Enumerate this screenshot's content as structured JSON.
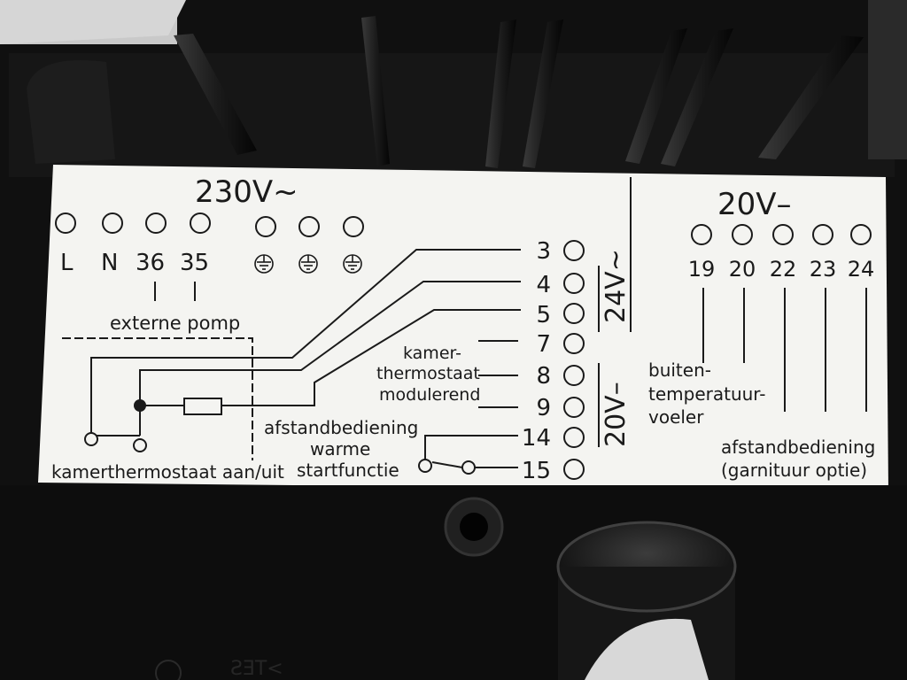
{
  "colors": {
    "panel": "#f4f4f1",
    "ink": "#1a1a1a",
    "housing": "#0d0d0d"
  },
  "header": {
    "voltage_230": "230V~",
    "voltage_20": "20V–"
  },
  "left_block": {
    "terminals": [
      "L",
      "N",
      "36",
      "35"
    ],
    "ground_symbol": "earth-ground-icon",
    "externe_pomp": "externe pomp",
    "kamerthermostaat": "kamerthermostaat aan/uit"
  },
  "center_block": {
    "numbers": [
      "3",
      "4",
      "5",
      "7",
      "8",
      "9",
      "14",
      "15"
    ],
    "kamer": "kamer-",
    "thermostaat": "thermostaat",
    "modulerend": "modulerend",
    "afstandbediening": "afstandbediening",
    "warme": "warme",
    "startfunctie": "startfunctie",
    "v24": "24V~",
    "v20": "20V–"
  },
  "right_block": {
    "terminals": [
      "19",
      "20",
      "22",
      "23",
      "24"
    ],
    "buiten": "buiten-",
    "temperatuur": "temperatuur-",
    "voeler": "voeler",
    "afstandbediening": "afstandbediening",
    "garnituur": "(garnituur optie)"
  },
  "bottom_mark": "ƧƎT<"
}
